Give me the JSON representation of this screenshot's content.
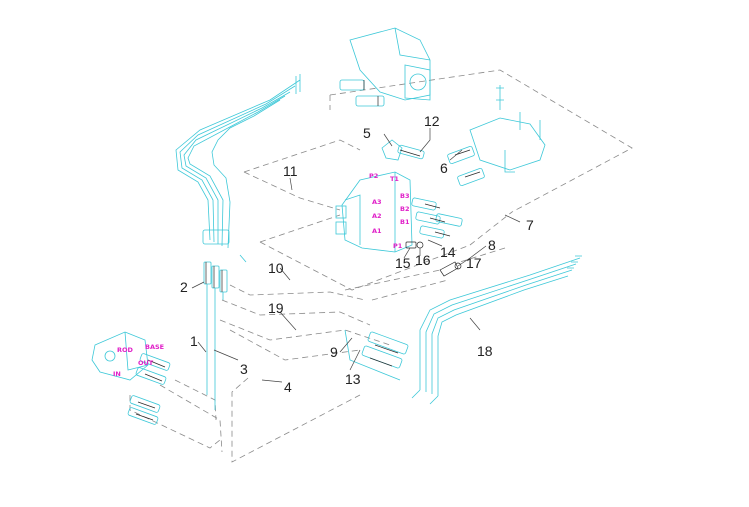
{
  "callouts": {
    "c1": "1",
    "c2": "2",
    "c3": "3",
    "c4": "4",
    "c5": "5",
    "c6": "6",
    "c7": "7",
    "c8": "8",
    "c9": "9",
    "c10": "10",
    "c11": "11",
    "c12": "12",
    "c13": "13",
    "c14": "14",
    "c15": "15",
    "c16": "16",
    "c17": "17",
    "c18": "18",
    "c19": "19"
  },
  "ports": {
    "p2": "P2",
    "t1": "T1",
    "a3": "A3",
    "a2": "A2",
    "a1": "A1",
    "b3": "B3",
    "b2": "B2",
    "b1": "B1",
    "p1": "P1",
    "rod": "ROD",
    "base": "BASE",
    "in": "IN",
    "out": "OUT"
  },
  "colors": {
    "part_lines": "#3dc8d8",
    "port_labels": "#e020c8",
    "dashed_lines": "#8a8a8a"
  }
}
